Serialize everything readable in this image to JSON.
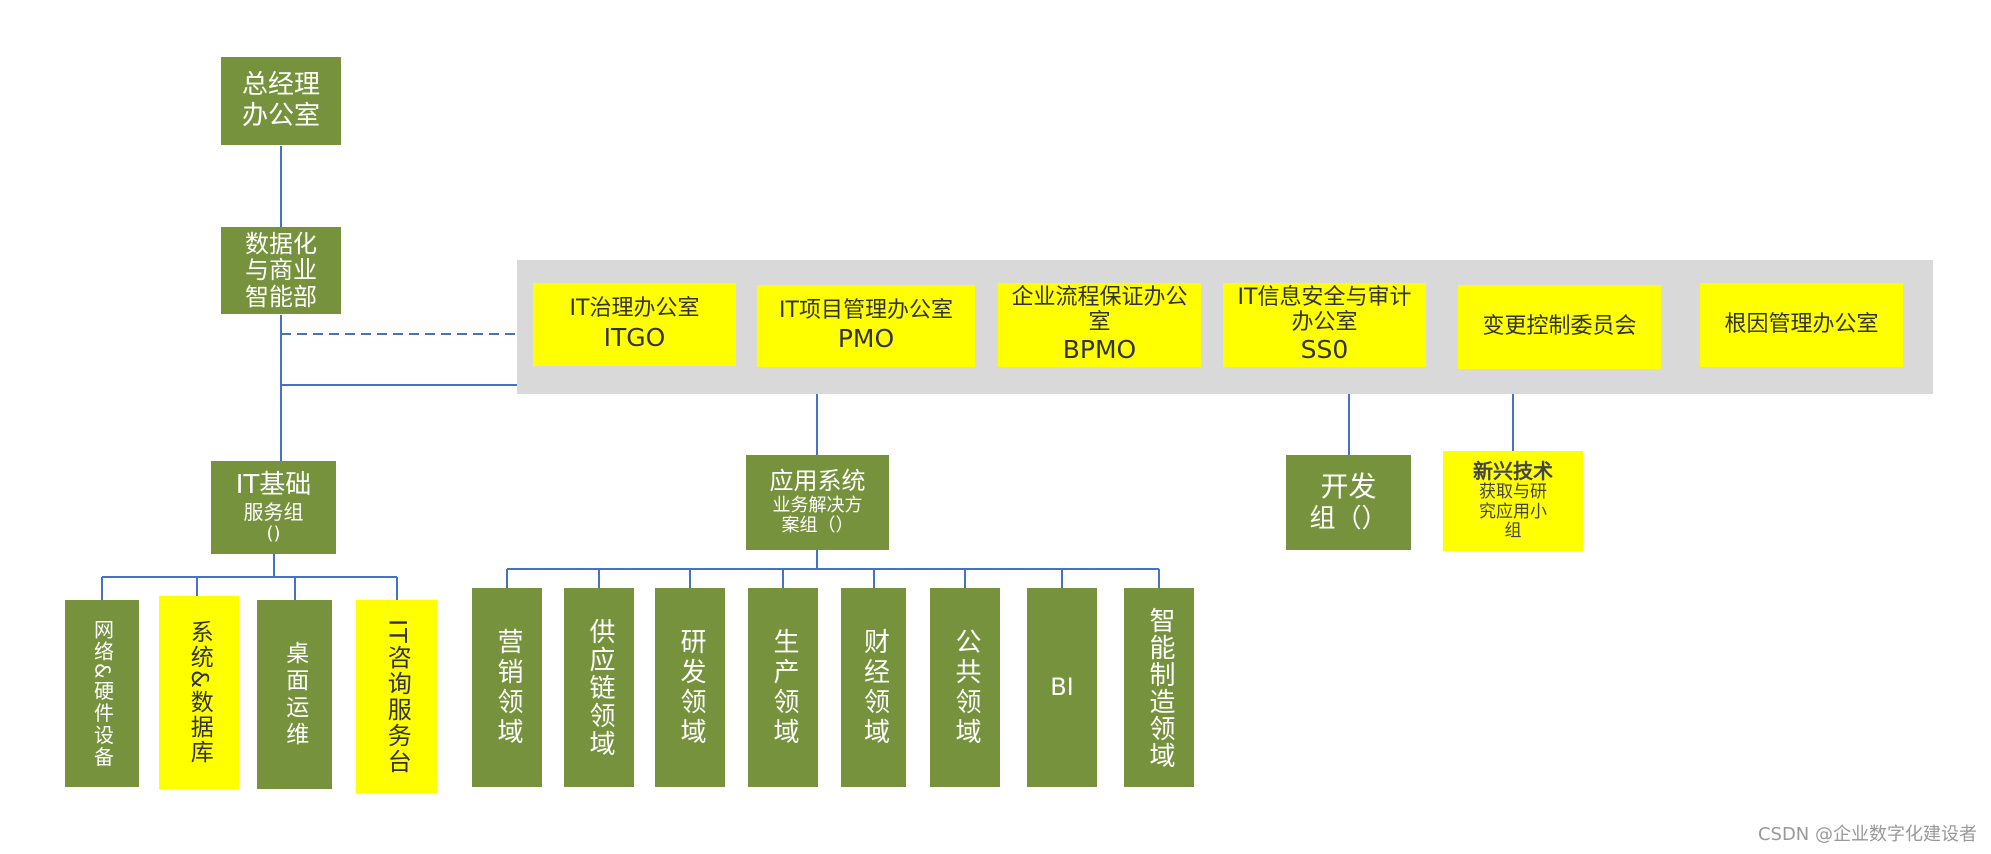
{
  "top": {
    "gm_office": [
      "总经理",
      "办公室"
    ],
    "digital_dept": [
      "数据化",
      "与商业",
      "智能部"
    ]
  },
  "offices": [
    {
      "name": "IT治理办公室",
      "abbr": "ITGO"
    },
    {
      "name": "IT项目管理办公室",
      "abbr": "PMO"
    },
    {
      "name": "企业流程保证办公室",
      "abbr": "BPMO"
    },
    {
      "name": "IT信息安全与审计办公室",
      "abbr": "SS0"
    },
    {
      "name": "变更控制委员会",
      "abbr": ""
    },
    {
      "name": "根因管理办公室",
      "abbr": ""
    }
  ],
  "groups": {
    "it_infra": {
      "line1": "IT基础",
      "line2": "服务组",
      "line3": "()"
    },
    "app_system": {
      "line1": "应用系统",
      "line2": "业务解决方",
      "line3": "案组（）"
    },
    "dev": {
      "line1": "开发",
      "line2": "组（）"
    },
    "emerging": {
      "title": "新兴技术",
      "line2": "获取与研",
      "line3": "究应用小",
      "line4": "组"
    }
  },
  "infra_children": [
    {
      "text": "网络&硬件设备",
      "color": "green"
    },
    {
      "text": "系统&数据库",
      "color": "yellow"
    },
    {
      "text": "桌面运维",
      "color": "green"
    },
    {
      "text": "IT咨询服务台",
      "color": "yellow"
    }
  ],
  "app_children": [
    "营销领域",
    "供应链领域",
    "研发领域",
    "生产领域",
    "财经领域",
    "公共领域",
    "BI",
    "智能制造领域"
  ],
  "watermark": "CSDN @企业数字化建设者",
  "colors": {
    "green": "#76923c",
    "yellow": "#ffff00",
    "band": "#d9d9d9",
    "line": "#4472c4"
  }
}
